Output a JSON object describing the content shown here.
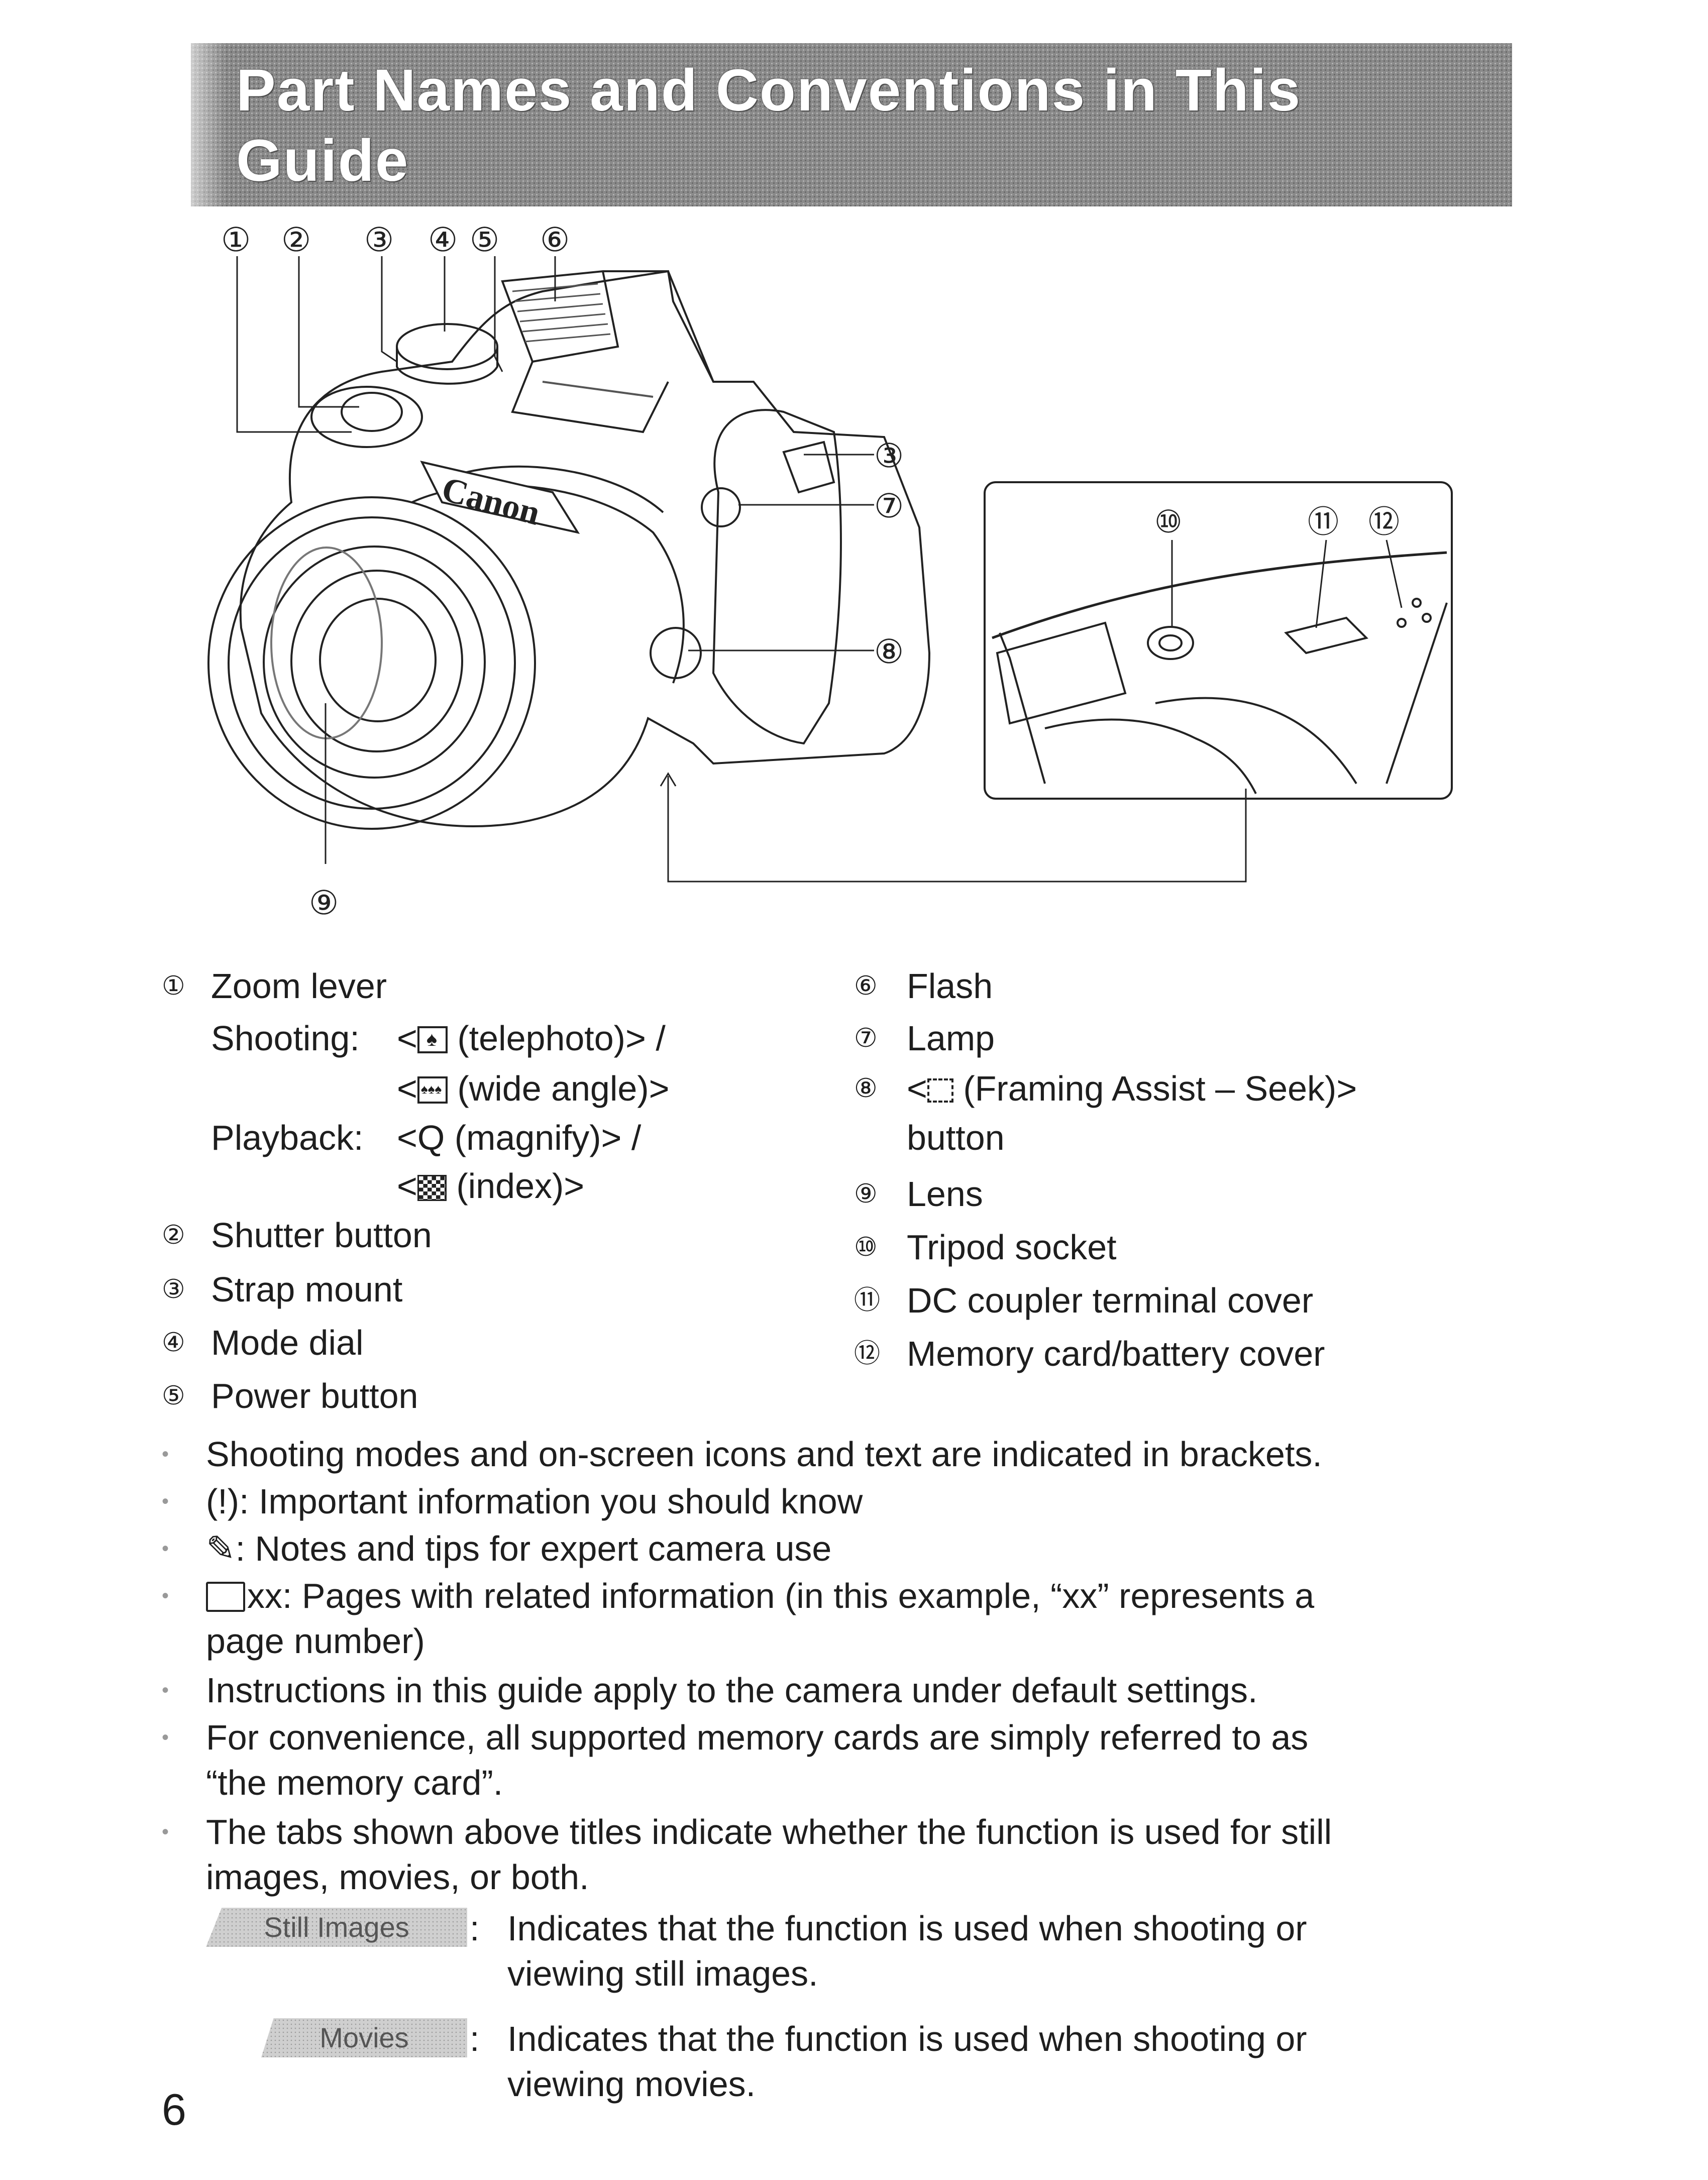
{
  "header": {
    "title_line1": "Part Names and Conventions in This",
    "title_line2": "Guide"
  },
  "figure": {
    "callouts": [
      "①",
      "②",
      "③",
      "④",
      "⑤",
      "⑥",
      "③",
      "⑦",
      "⑧",
      "⑨",
      "⑩",
      "⑪",
      "⑫"
    ],
    "brand_text": "Canon"
  },
  "legend": {
    "left": [
      {
        "num": "①",
        "label": "Zoom lever"
      },
      {
        "num": "②",
        "label": "Shutter button"
      },
      {
        "num": "③",
        "label": "Strap mount"
      },
      {
        "num": "④",
        "label": "Mode dial"
      },
      {
        "num": "⑤",
        "label": "Power button"
      }
    ],
    "zoom_details": {
      "shooting_label": "Shooting:",
      "telephoto": "(telephoto)> /",
      "wide": "(wide angle)>",
      "playback_label": "Playback:",
      "magnify": "(magnify)> /",
      "index": "(index)>"
    },
    "right": [
      {
        "num": "⑥",
        "label": "Flash"
      },
      {
        "num": "⑦",
        "label": "Lamp"
      },
      {
        "num": "⑧",
        "label": "(Framing Assist – Seek)>",
        "label2": "button"
      },
      {
        "num": "⑨",
        "label": "Lens"
      },
      {
        "num": "⑩",
        "label": "Tripod socket"
      },
      {
        "num": "⑪",
        "label": "DC coupler terminal cover"
      },
      {
        "num": "⑫",
        "label": "Memory card/battery cover"
      }
    ]
  },
  "bullets": [
    {
      "text": "Shooting modes and on-screen icons and text are indicated in brackets."
    },
    {
      "text": ": Important information you should know"
    },
    {
      "text": ": Notes and tips for expert camera use"
    },
    {
      "text": "xx: Pages with related information (in this example, “xx” represents a",
      "text2": "page number)"
    },
    {
      "text": "Instructions in this guide apply to the camera under default settings."
    },
    {
      "text": "For convenience, all supported memory cards are simply referred to as",
      "text2": "“the memory card”."
    },
    {
      "text": "The tabs shown above titles indicate whether the function is used for still",
      "text2": "images, movies, or both."
    }
  ],
  "tabs": [
    {
      "label": "Still Images",
      "desc1": "Indicates that the function is used when shooting or",
      "desc2": "viewing still images."
    },
    {
      "label": "Movies",
      "desc1": "Indicates that the function is used when shooting or",
      "desc2": "viewing movies."
    }
  ],
  "page_number": "6"
}
